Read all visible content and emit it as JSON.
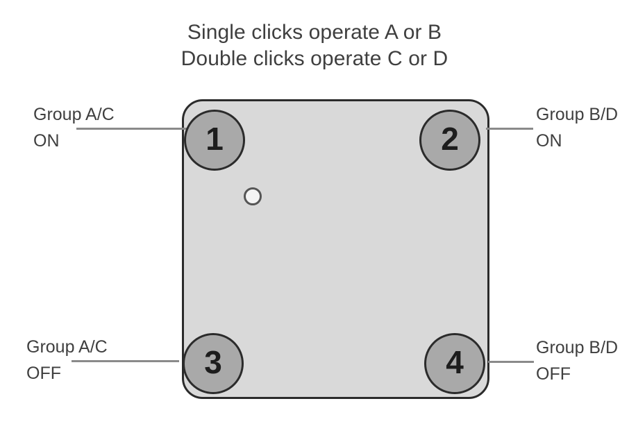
{
  "diagram": {
    "title": {
      "line1": "Single clicks operate A or B",
      "line2": "Double clicks operate C or D"
    },
    "panel": {
      "name": "four-button-wall-switch",
      "fill_color": "#d9d9d9",
      "outline_color": "#2b2b2b",
      "led": {
        "name": "status-led",
        "fill_color": "#f4f4f4",
        "ring_color": "#555555"
      }
    },
    "buttons": [
      {
        "id": "1",
        "label": "1",
        "position": "top-left",
        "fill_color": "#a9a9a9"
      },
      {
        "id": "2",
        "label": "2",
        "position": "top-right",
        "fill_color": "#a9a9a9"
      },
      {
        "id": "3",
        "label": "3",
        "position": "bottom-left",
        "fill_color": "#a9a9a9"
      },
      {
        "id": "4",
        "label": "4",
        "position": "bottom-right",
        "fill_color": "#a9a9a9"
      }
    ],
    "callouts": [
      {
        "anchor": "top-left",
        "for_button": "1",
        "line1": "Group A/C",
        "line2": "ON"
      },
      {
        "anchor": "top-right",
        "for_button": "2",
        "line1": "Group B/D",
        "line2": "ON"
      },
      {
        "anchor": "bottom-left",
        "for_button": "3",
        "line1": "Group A/C",
        "line2": "OFF"
      },
      {
        "anchor": "bottom-right",
        "for_button": "4",
        "line1": "Group B/D",
        "line2": "OFF"
      }
    ]
  }
}
